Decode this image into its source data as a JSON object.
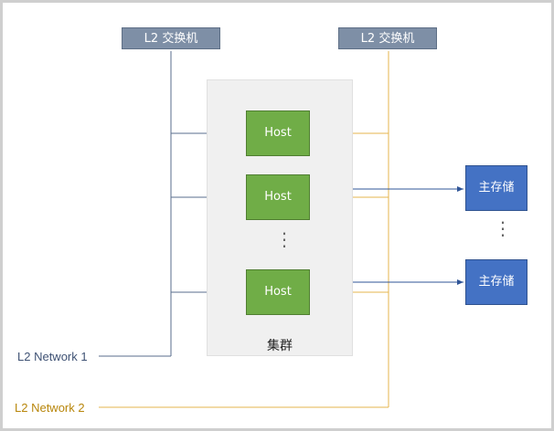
{
  "switches": [
    {
      "label": "L2 交换机"
    },
    {
      "label": "L2 交换机"
    }
  ],
  "cluster": {
    "label": "集群"
  },
  "hosts": [
    {
      "label": "Host"
    },
    {
      "label": "Host"
    },
    {
      "label": "Host"
    }
  ],
  "host_ellipsis": "⋮",
  "storages": [
    {
      "label": "主存储"
    },
    {
      "label": "主存储"
    }
  ],
  "storage_ellipsis": "⋮",
  "networks": [
    {
      "label": "L2 Network 1",
      "color": "#3f5274"
    },
    {
      "label": "L2 Network 2",
      "color": "#b8860b"
    }
  ],
  "colors": {
    "switch": "#7e8fa6",
    "host": "#70ad47",
    "storage": "#4472c4",
    "network1_line": "#5a6d8c",
    "network2_line": "#e6b44c",
    "storage_line": "#2f5597"
  }
}
